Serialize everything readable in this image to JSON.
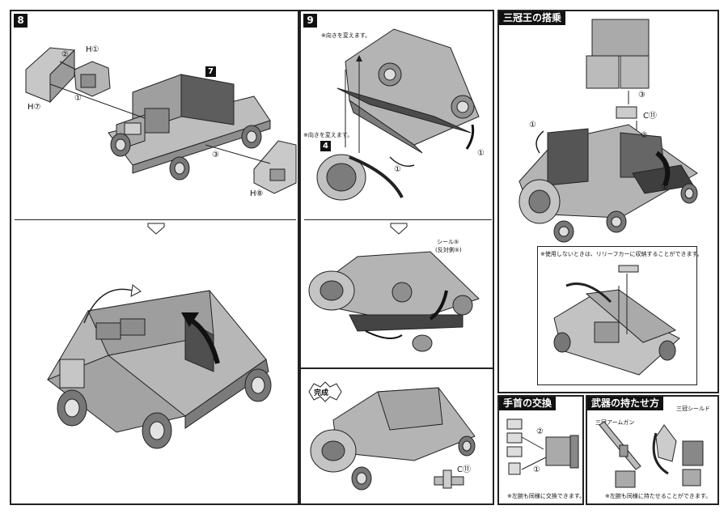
{
  "step8": {
    "num": "8",
    "callouts": {
      "h1": "H①",
      "h7": "H⑦",
      "h8": "H⑧",
      "sub7": "7",
      "a1": "①",
      "a2": "②",
      "a3": "③"
    }
  },
  "step9": {
    "num": "9",
    "note_top": "※向きを変えます。",
    "note_mid": "※向きを変えます。",
    "sub4": "4",
    "a1a": "①",
    "a1b": "①",
    "seal_line1": "シール⑤",
    "seal_line2": "(反対側⑤)"
  },
  "complete": {
    "badge": "完成",
    "part": "C⑪"
  },
  "sankan": {
    "title": "三冠王の搭乗",
    "part": "C⑪",
    "a1": "①",
    "a2": "②",
    "a3": "③",
    "a1b": "①",
    "storage_note": "※使用しないときは、リリーフカーに収納することができます。"
  },
  "hand": {
    "title": "手首の交換",
    "a1": "①",
    "a2": "②",
    "note": "※左腕も同様に交換できます。"
  },
  "weapon": {
    "title": "武器の持たせ方",
    "gun": "三冠アームガン",
    "shield": "三冠シールド",
    "note": "※左腕も同様に持たせることができます。"
  }
}
